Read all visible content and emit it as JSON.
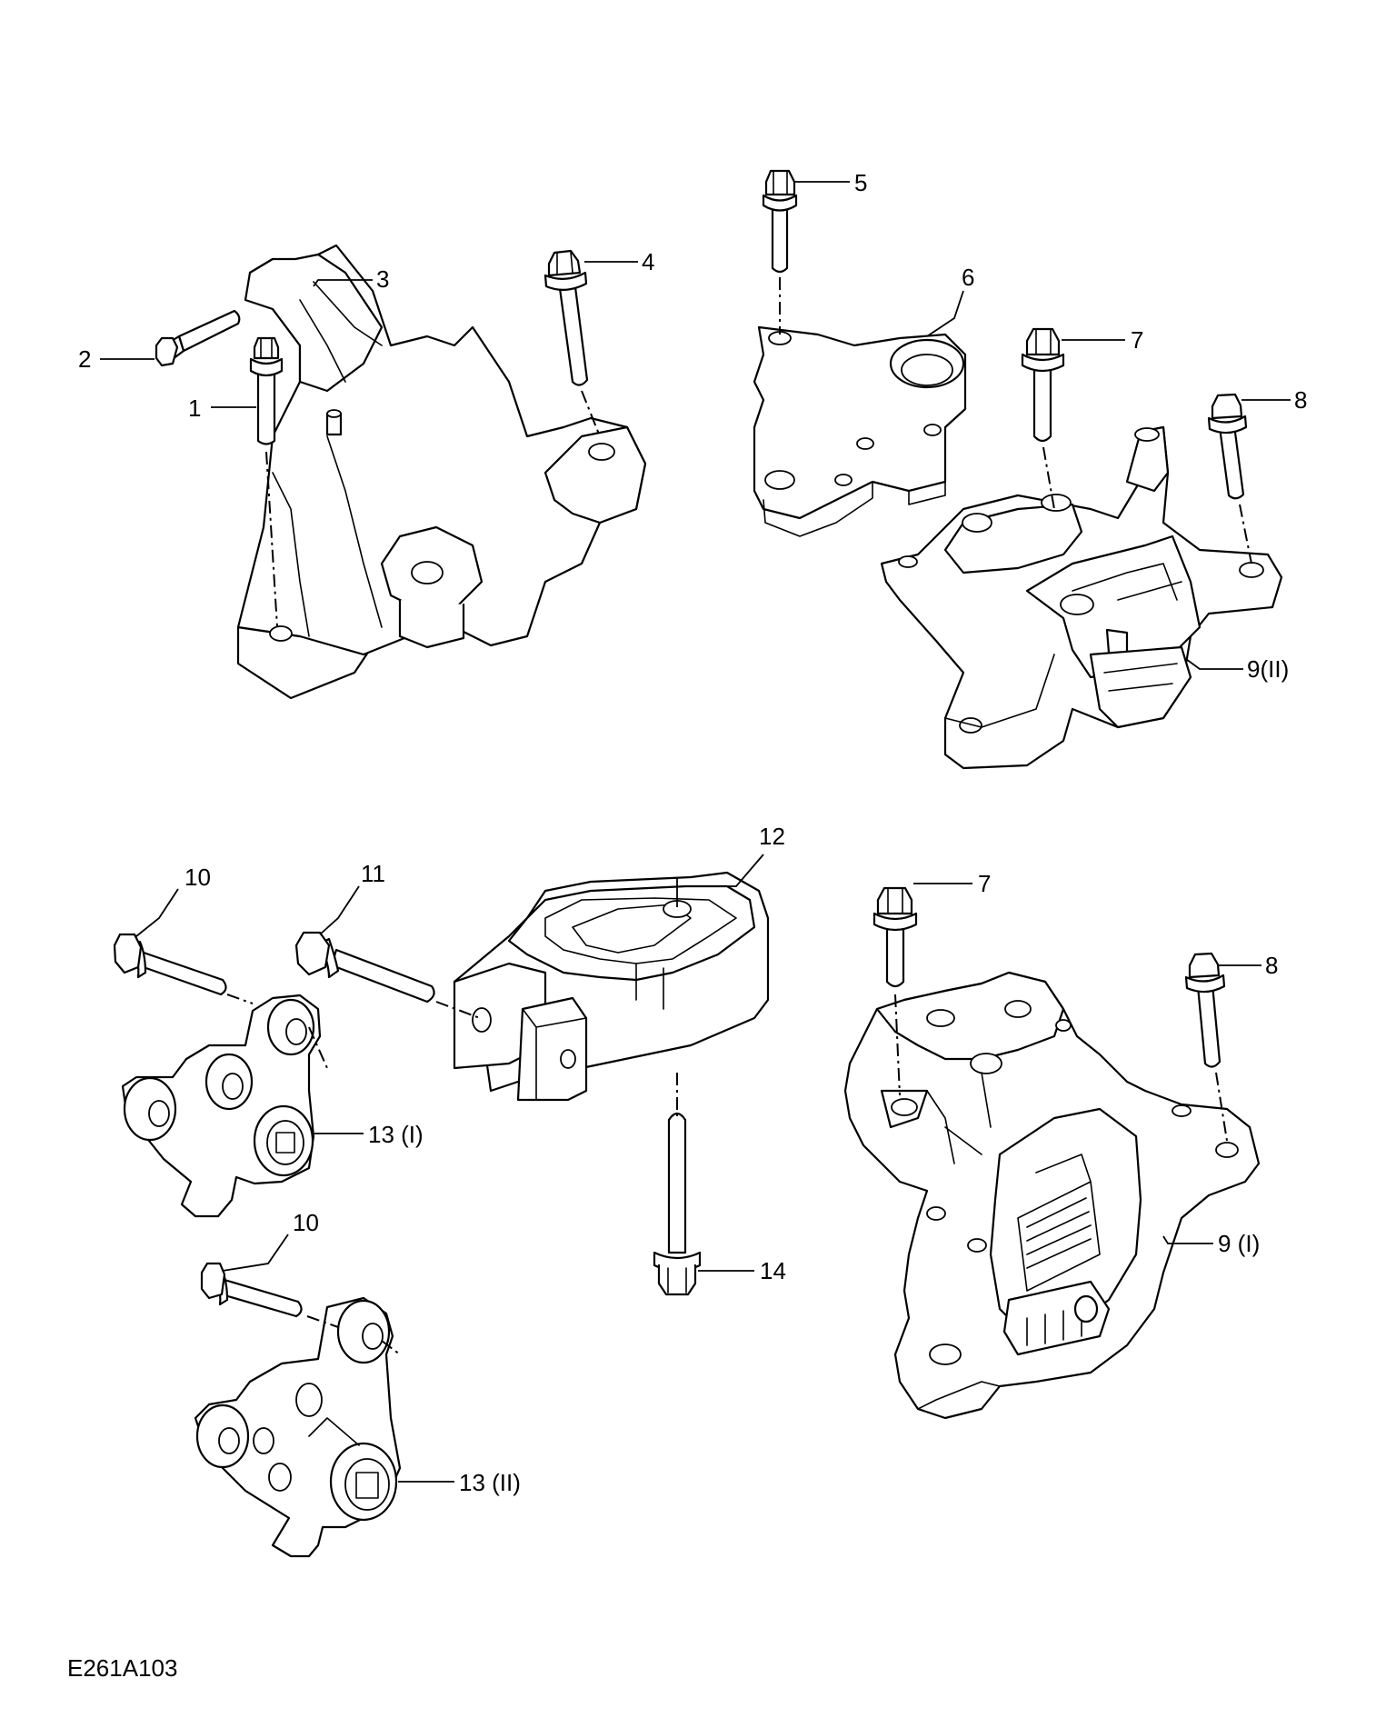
{
  "diagram": {
    "reference": "E261A103",
    "callouts": [
      {
        "id": "c1",
        "text": "1"
      },
      {
        "id": "c2",
        "text": "2"
      },
      {
        "id": "c3",
        "text": "3"
      },
      {
        "id": "c4",
        "text": "4"
      },
      {
        "id": "c5",
        "text": "5"
      },
      {
        "id": "c6",
        "text": "6"
      },
      {
        "id": "c7a",
        "text": "7"
      },
      {
        "id": "c8a",
        "text": "8"
      },
      {
        "id": "c9b",
        "text": "9(II)"
      },
      {
        "id": "c10a",
        "text": "10"
      },
      {
        "id": "c11",
        "text": "11"
      },
      {
        "id": "c12",
        "text": "12"
      },
      {
        "id": "c7b",
        "text": "7"
      },
      {
        "id": "c8b",
        "text": "8"
      },
      {
        "id": "c13a",
        "text": "13 (I)"
      },
      {
        "id": "c14",
        "text": "14"
      },
      {
        "id": "c9a",
        "text": "9 (I)"
      },
      {
        "id": "c10b",
        "text": "10"
      },
      {
        "id": "c13b",
        "text": "13 (II)"
      }
    ]
  }
}
